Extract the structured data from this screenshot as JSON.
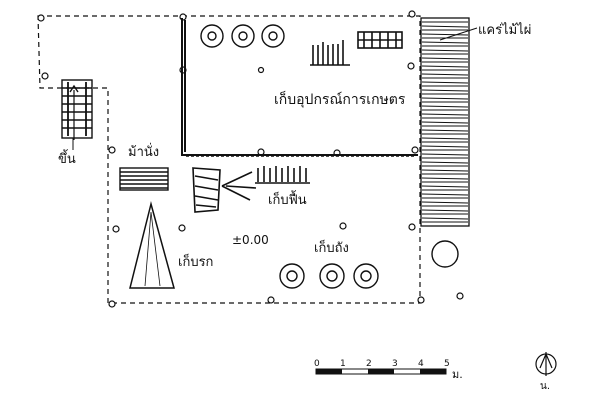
{
  "labels": {
    "stairs": "ขึ้น",
    "bench": "ม้านั่ง",
    "farm_tools": "เก็บอุปกรณ์การเกษตร",
    "store_floor": "เก็บฟื้น",
    "store_root": "เก็บรก",
    "level": "±0.00",
    "store_jars": "เก็บถัง",
    "wood_slat_wall": "แคร่ไม้ไผ่"
  },
  "scale": {
    "ticks": [
      "0",
      "1",
      "2",
      "3",
      "4",
      "5"
    ],
    "unit": "ม."
  },
  "north": "น."
}
